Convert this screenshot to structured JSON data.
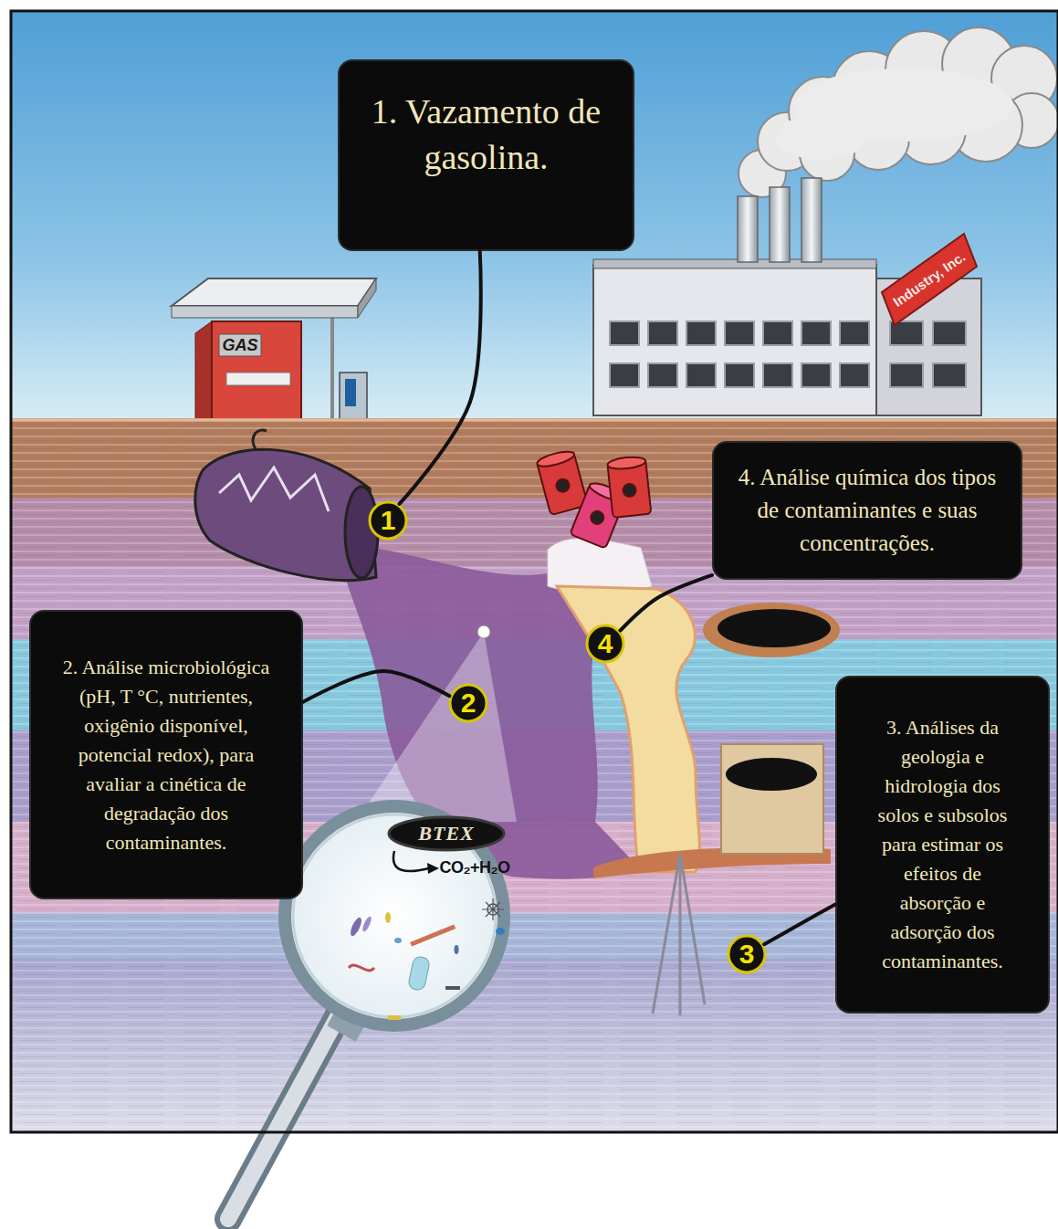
{
  "diagram": {
    "nodes": [
      {
        "text": [
          "1. Vazamento de gasolina."
        ]
      },
      {
        "text": [
          "1"
        ]
      },
      {
        "text": [
          "4. Análise química dos tipos de contaminantes e suas concentrações."
        ]
      },
      {
        "text": [
          "4"
        ]
      },
      {
        "text": [
          "2. Análise microbiológica (pH, T °C, nutrientes, oxigênio disponível, potencial redox), para avaliar a cinética de degradação dos contaminantes."
        ]
      },
      {
        "text": [
          "2"
        ]
      },
      {
        "text": [
          "3. Análises da geologia e hidrologia dos solos e subsolos para estimar os efeitos de absorção e adsorção dos contaminantes."
        ]
      },
      {
        "text": [
          "3"
        ]
      },
      {
        "text": [
          "BTEX"
        ]
      }
    ],
    "edges": [
      {
        "from": 0,
        "to": 1,
        "arrow": "none"
      },
      {
        "from": 2,
        "to": 3,
        "arrow": "none"
      },
      {
        "from": 4,
        "to": 5,
        "arrow": "none"
      },
      {
        "from": 6,
        "to": 7,
        "arrow": "none"
      }
    ],
    "labels": [
      "GAS",
      "Industry, Inc.",
      "CO₂+H₂O"
    ]
  }
}
